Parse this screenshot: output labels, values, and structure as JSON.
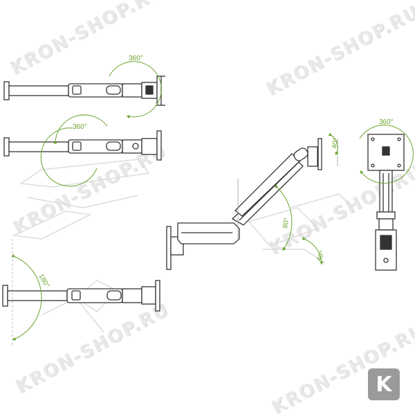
{
  "watermark": {
    "text": "KRON-SHOP.RU",
    "color": "#e9e9e9"
  },
  "badge": {
    "letter": "K",
    "color": "#9a9a9a"
  },
  "views": {
    "top1": {
      "rotation_label": "360°"
    },
    "top2": {
      "rotation_label": "360°"
    },
    "top3": {
      "rotation_label": "180°"
    },
    "side": {
      "tilt_up_label": "40°",
      "lift_label": "80°",
      "tilt_down_label": "40°"
    },
    "front": {
      "rotation_label": "360°"
    }
  },
  "colors": {
    "accent": "#6aa42c",
    "line": "#333333"
  }
}
